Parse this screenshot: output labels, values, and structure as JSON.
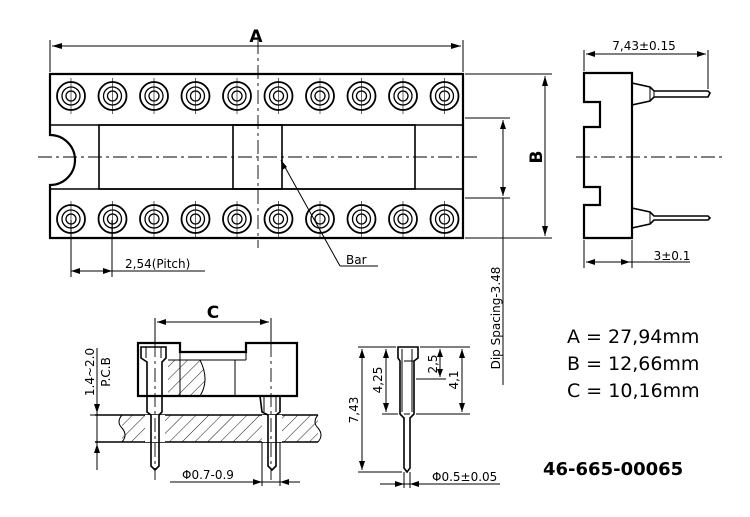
{
  "labels": {
    "dim_a": "A",
    "dim_b": "B",
    "dim_c": "C",
    "side_width": "7,43±0.15",
    "side_pin_offset": "3±0.1",
    "pitch": "2,54(Pitch)",
    "bar": "Bar",
    "dip_spacing": "Dip Spacing-3.48",
    "pcb_range": "1.4~2.0",
    "pcb": "P.C.B",
    "hole_dia": "Φ0.7-0.9",
    "pin_height_total": "7,43",
    "pin_4_25": "4,25",
    "pin_2_5": "2,5",
    "pin_4_1": "4,1",
    "pin_dia": "Φ0.5±0.05"
  },
  "specs": {
    "a": "A = 27,94mm",
    "b": "B = 12,66mm",
    "c": "C = 10,16mm"
  },
  "part_number": "46-665-00065",
  "pins_per_row": 10
}
